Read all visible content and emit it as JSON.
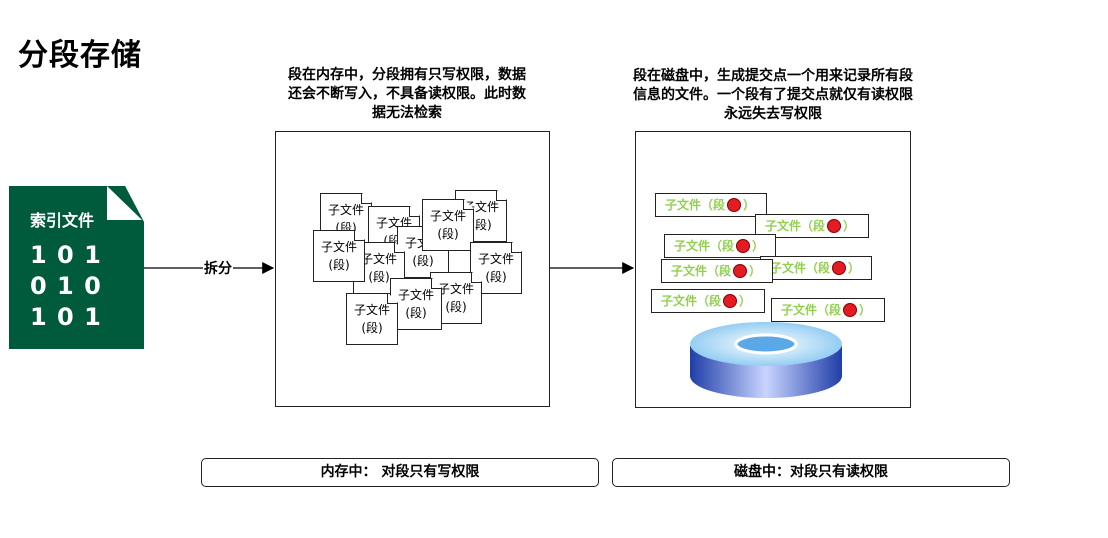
{
  "title": "分段存储",
  "index_file": {
    "label": "索引文件",
    "bits": [
      "1 0 1",
      "0 1 0",
      "1 0 1"
    ]
  },
  "split_label": "拆分",
  "memory": {
    "description": "段在内存中，分段拥有只写权限，数据还会不断写入，不具备读权限。此时数据无法检索",
    "doc_line1": "子文件",
    "doc_line2": "(段)",
    "footer": "内存中： 对段只有写权限"
  },
  "disk": {
    "description": "段在磁盘中，生成提交点一个用来记录所有段信息的文件。一个段有了提交点就仅有读权限永远失去写权限",
    "segment_label": "子文件（段",
    "segment_close": "）",
    "footer": "磁盘中：对段只有读权限"
  },
  "colors": {
    "index_file_bg": "#005a3c",
    "segment_text": "#92d050",
    "segment_dot": "#e31b23",
    "disk": "#4f6fd6"
  },
  "icons": [
    "file-icon",
    "disk-icon",
    "arrow-right-icon"
  ]
}
